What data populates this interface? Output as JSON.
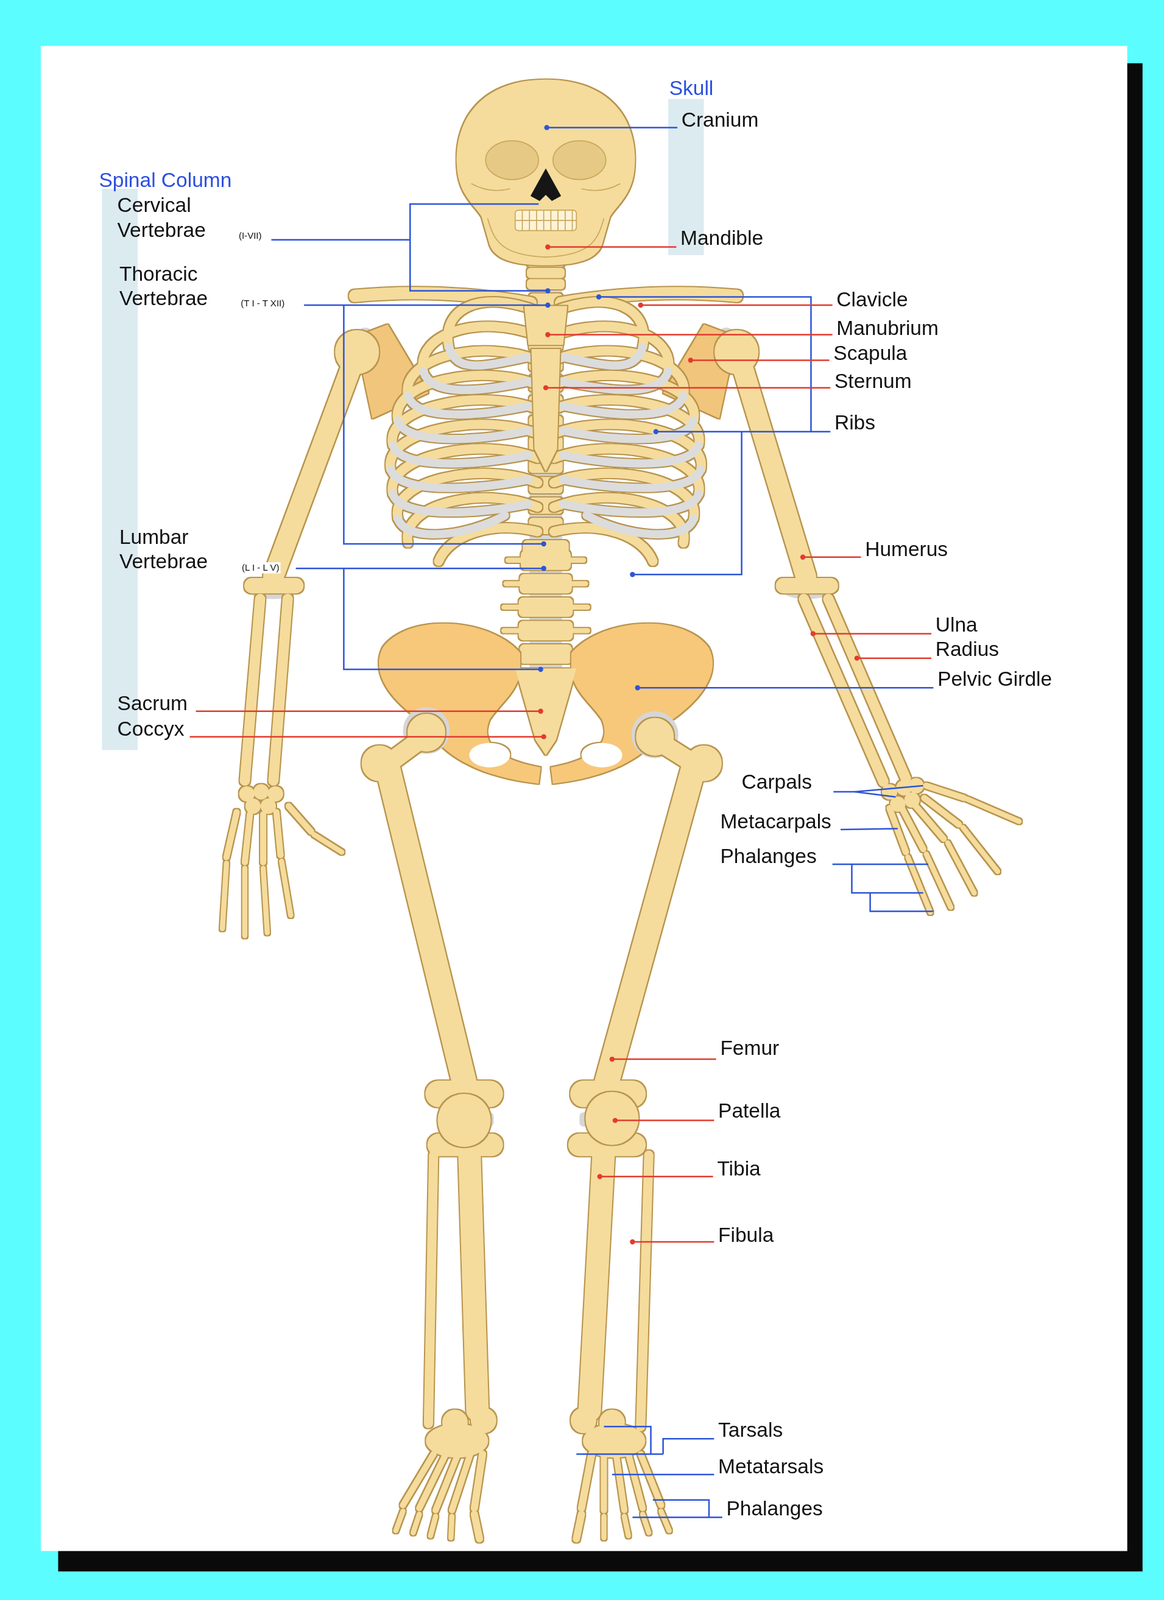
{
  "diagram": {
    "labels": [
      "Skull",
      "Cranium",
      "Spinal Column",
      "Cervical Vertebrae",
      "(I-VII)",
      "Mandible",
      "Thoracic Vertebrae",
      "(T I - T XII)",
      "Clavicle",
      "Manubrium",
      "Scapula",
      "Sternum",
      "Ribs",
      "Lumbar Vertebrae",
      "(L I - L V)",
      "Humerus",
      "Ulna",
      "Radius",
      "Pelvic Girdle",
      "Sacrum",
      "Coccyx",
      "Carpals",
      "Metacarpals",
      "Phalanges",
      "Femur",
      "Patella",
      "Tibia",
      "Fibula",
      "Tarsals",
      "Metatarsals",
      "Phalanges"
    ]
  }
}
